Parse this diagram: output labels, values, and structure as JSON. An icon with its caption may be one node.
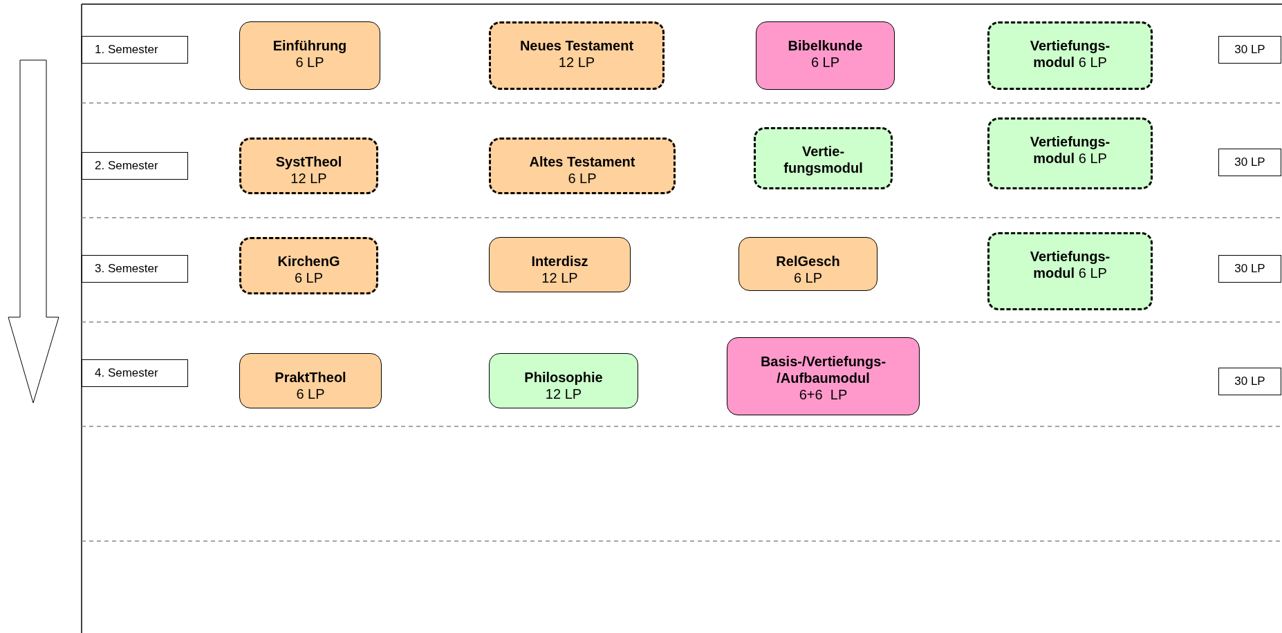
{
  "diagram": {
    "nodes": [
      {
        "text": [
          "1. Semester"
        ]
      },
      {
        "text": [
          "Einführung",
          "6 LP"
        ]
      },
      {
        "text": [
          "Neues Testament",
          "12 LP"
        ]
      },
      {
        "text": [
          "Bibelkunde",
          "6 LP"
        ]
      },
      {
        "text": [
          "**Vertiefungs- modul** 6 LP"
        ]
      },
      {
        "text": [
          "30 LP"
        ]
      },
      {
        "text": [
          "2. Semester"
        ]
      },
      {
        "text": [
          "SystTheol",
          "12 LP"
        ]
      },
      {
        "text": [
          "Altes Testament",
          "6 LP"
        ]
      },
      {
        "text": [
          "Vertie- fungsmodul"
        ]
      },
      {
        "text": [
          "**Vertiefungs- modul** 6 LP"
        ]
      },
      {
        "text": [
          "30 LP"
        ]
      },
      {
        "text": [
          "3. Semester"
        ]
      },
      {
        "text": [
          "KirchenG",
          "6 LP"
        ]
      },
      {
        "text": [
          "Interdisz",
          "12 LP"
        ]
      },
      {
        "text": [
          "RelGesch",
          "6 LP"
        ]
      },
      {
        "text": [
          "**Vertiefungs- modul** 6 LP"
        ]
      },
      {
        "text": [
          "30 LP"
        ]
      },
      {
        "text": [
          "4. Semester"
        ]
      },
      {
        "text": [
          "PraktTheol",
          "6 LP"
        ]
      },
      {
        "text": [
          "Philosophie",
          "12 LP"
        ]
      },
      {
        "text": [
          "Basis-/Vertiefungs- /Aufbaumodul",
          "6+6  LP"
        ]
      },
      {
        "text": [
          "30 LP"
        ]
      }
    ]
  }
}
